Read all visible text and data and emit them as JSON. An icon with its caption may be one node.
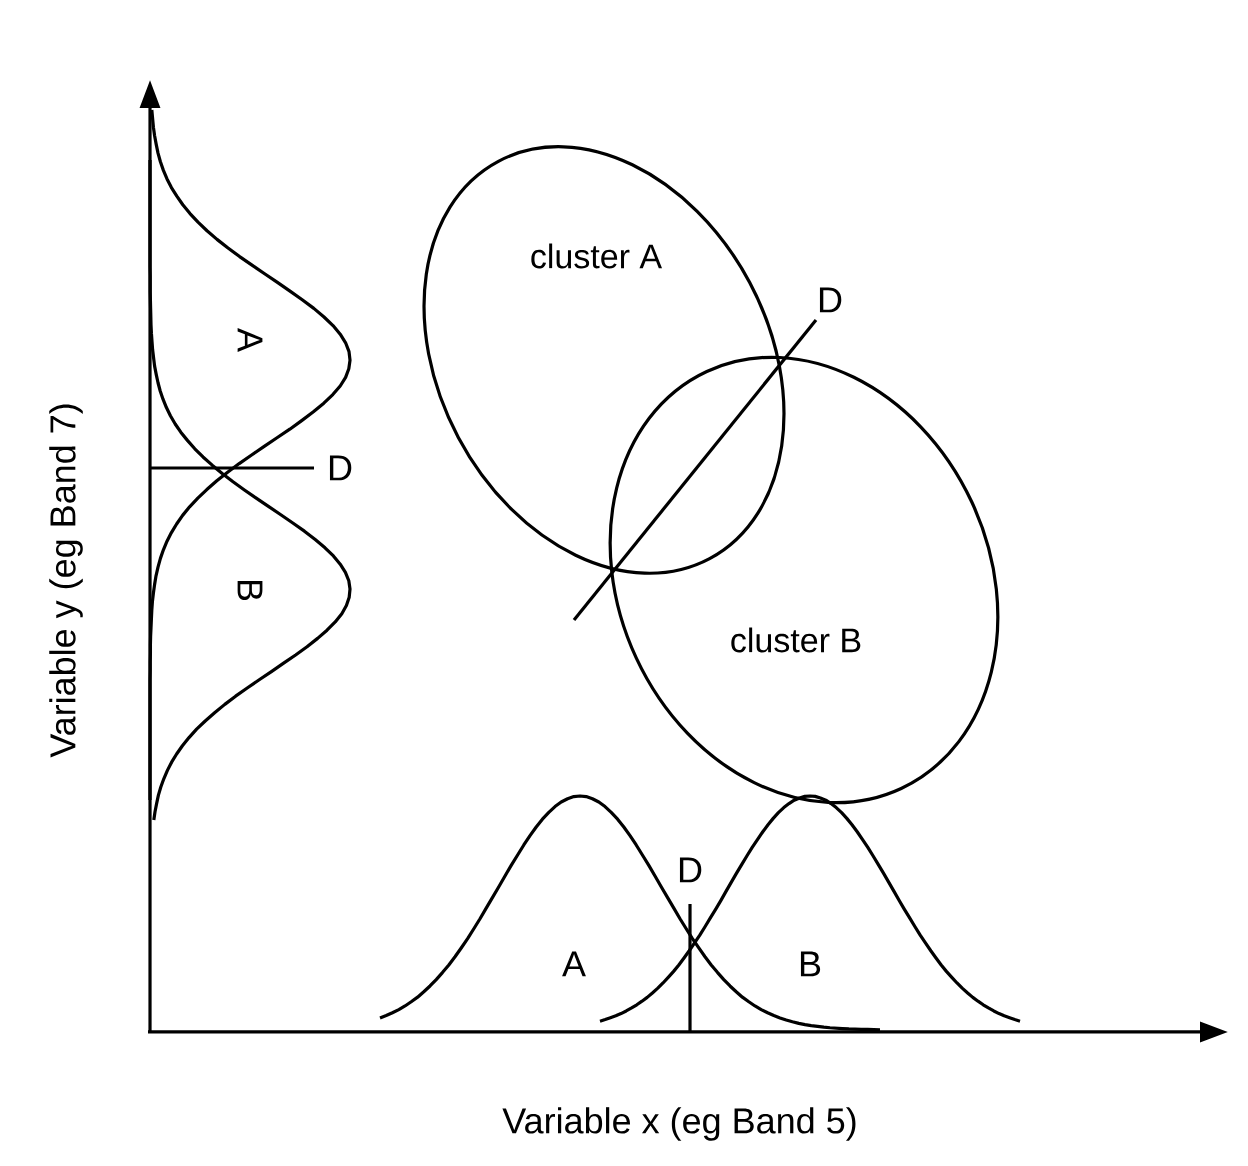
{
  "diagram": {
    "nodes": [
      {
        "text": [
          "cluster A"
        ]
      },
      {
        "text": [
          "cluster B"
        ]
      }
    ],
    "labels": [
      "D",
      "A",
      "D",
      "B",
      "Variable y (eg Band 7)",
      "D",
      "A",
      "B",
      "Variable x (eg Band 5)"
    ]
  }
}
